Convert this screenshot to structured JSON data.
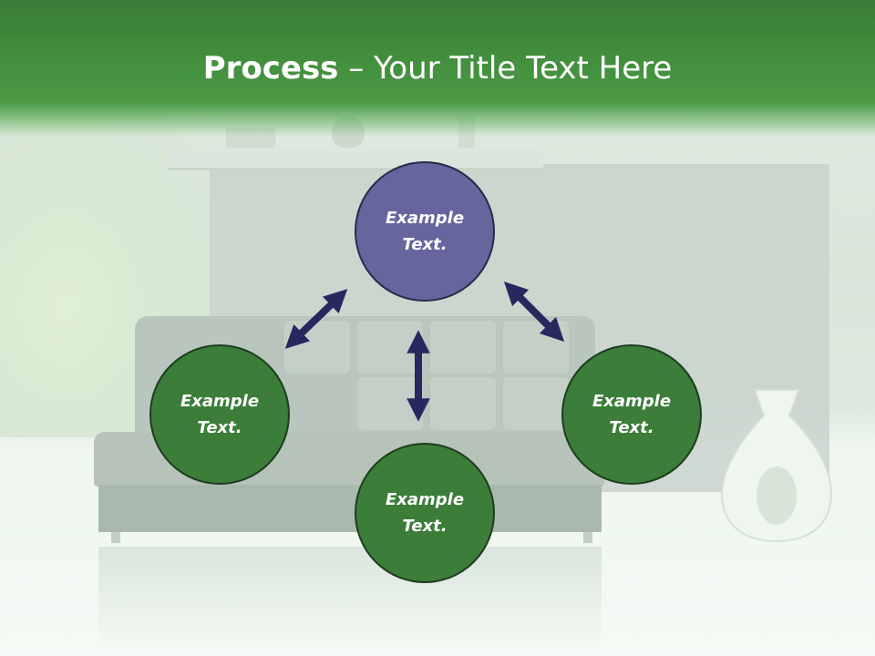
{
  "slide": {
    "title_bold": "Process",
    "title_rest": " – Your Title Text Here"
  },
  "nodes": {
    "top": {
      "label": "Example\nText.",
      "color": "#66659e"
    },
    "left": {
      "label": "Example\nText.",
      "color": "#3b7d39"
    },
    "right": {
      "label": "Example\nText.",
      "color": "#3b7d39"
    },
    "bottom": {
      "label": "Example\nText.",
      "color": "#3b7d39"
    }
  },
  "colors": {
    "header_green": "#3f8a3b",
    "arrow_navy": "#26295e"
  },
  "icons": {
    "arrow_left": "double-headed-arrow",
    "arrow_center": "double-headed-arrow",
    "arrow_right": "double-headed-arrow"
  }
}
